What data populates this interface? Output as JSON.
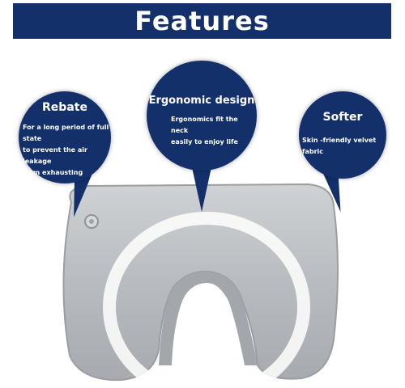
{
  "banner": {
    "title": "Features"
  },
  "features": [
    {
      "title": "Rebate",
      "lines": [
        "For a long period of full state",
        "to prevent the air leakage",
        "from exhausting"
      ]
    },
    {
      "title": "Ergonomic design",
      "lines": [
        "Ergonomics fit the neck",
        "easily to enjoy life"
      ]
    },
    {
      "title": "Softer",
      "lines": [
        "Skin -friendly velvet fabric"
      ]
    }
  ],
  "colors": {
    "banner": "#13306b",
    "bubble": "#13306b",
    "text": "#ffffff",
    "pillow": "#b9bcc0"
  }
}
